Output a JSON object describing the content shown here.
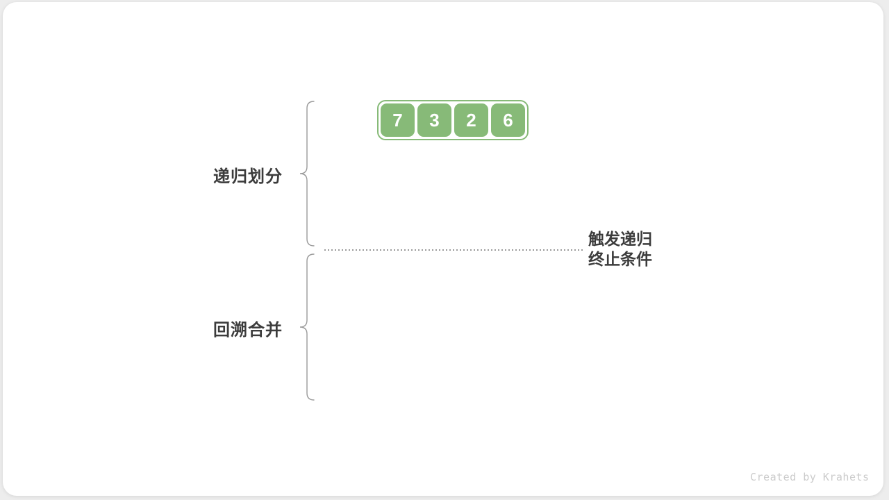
{
  "colors": {
    "page_background": "#EDEDED",
    "card_background": "#FFFFFF",
    "cell_green": "#87BA78",
    "cell_text": "#FFFFFF",
    "label_text": "#3C3C3C",
    "line_gray": "#9A9A9A",
    "watermark_gray": "#CBCBCB"
  },
  "array": {
    "values": [
      "7",
      "3",
      "2",
      "6"
    ]
  },
  "labels": {
    "phase_top": "递归划分",
    "phase_bottom": "回溯合并",
    "termination_line1": "触发递归",
    "termination_line2": "终止条件"
  },
  "watermark": "Created by Krahets"
}
